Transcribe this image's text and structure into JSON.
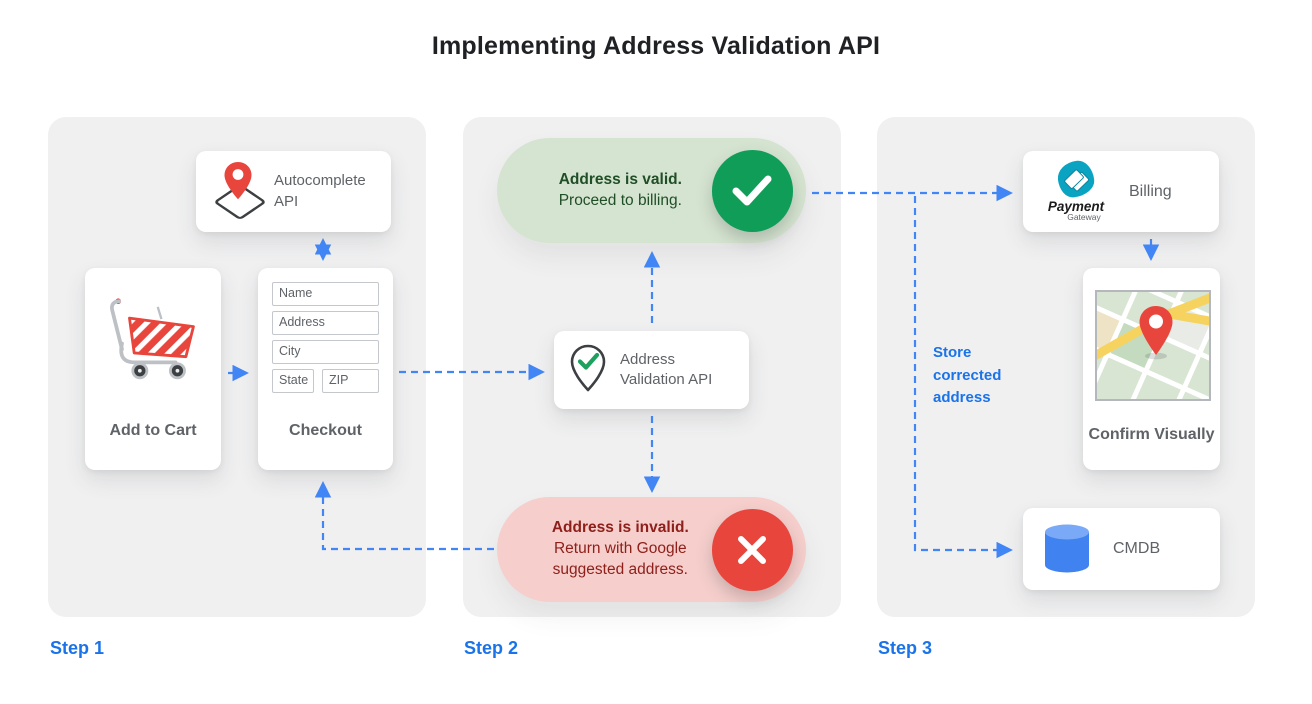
{
  "title": "Implementing Address Validation API",
  "colors": {
    "arrow_blue": "#4285F4",
    "step_label_blue": "#1A73E8",
    "valid_green": "#0F9D58",
    "valid_pill_bg": "#D5E4D0",
    "valid_text": "#204E27",
    "invalid_red": "#E8453C",
    "invalid_pill_bg": "#F6CFCC",
    "invalid_text": "#8E201B",
    "panel_bg": "#F0F0F1",
    "muted_text": "#5F6368"
  },
  "step1": {
    "label": "Step 1",
    "autocomplete_card": {
      "label": "Autocomplete API"
    },
    "cart_card": {
      "label": "Add to Cart"
    },
    "checkout_card": {
      "label": "Checkout",
      "fields": {
        "name": "Name",
        "address": "Address",
        "city": "City",
        "state": "State",
        "zip": "ZIP"
      }
    }
  },
  "step2": {
    "label": "Step 2",
    "valid_pill": {
      "title": "Address is valid.",
      "subtitle": "Proceed to billing."
    },
    "validation_card": {
      "label": "Address Validation API"
    },
    "invalid_pill": {
      "title": "Address is invalid.",
      "subtitle": "Return with Google suggested address."
    }
  },
  "step3": {
    "label": "Step 3",
    "billing_card": {
      "label": "Billing",
      "logo_name": "Payment",
      "logo_sub": "Gateway"
    },
    "confirm_card": {
      "label": "Confirm Visually"
    },
    "cmdb_card": {
      "label": "CMDB"
    },
    "store_note": "Store corrected address"
  }
}
